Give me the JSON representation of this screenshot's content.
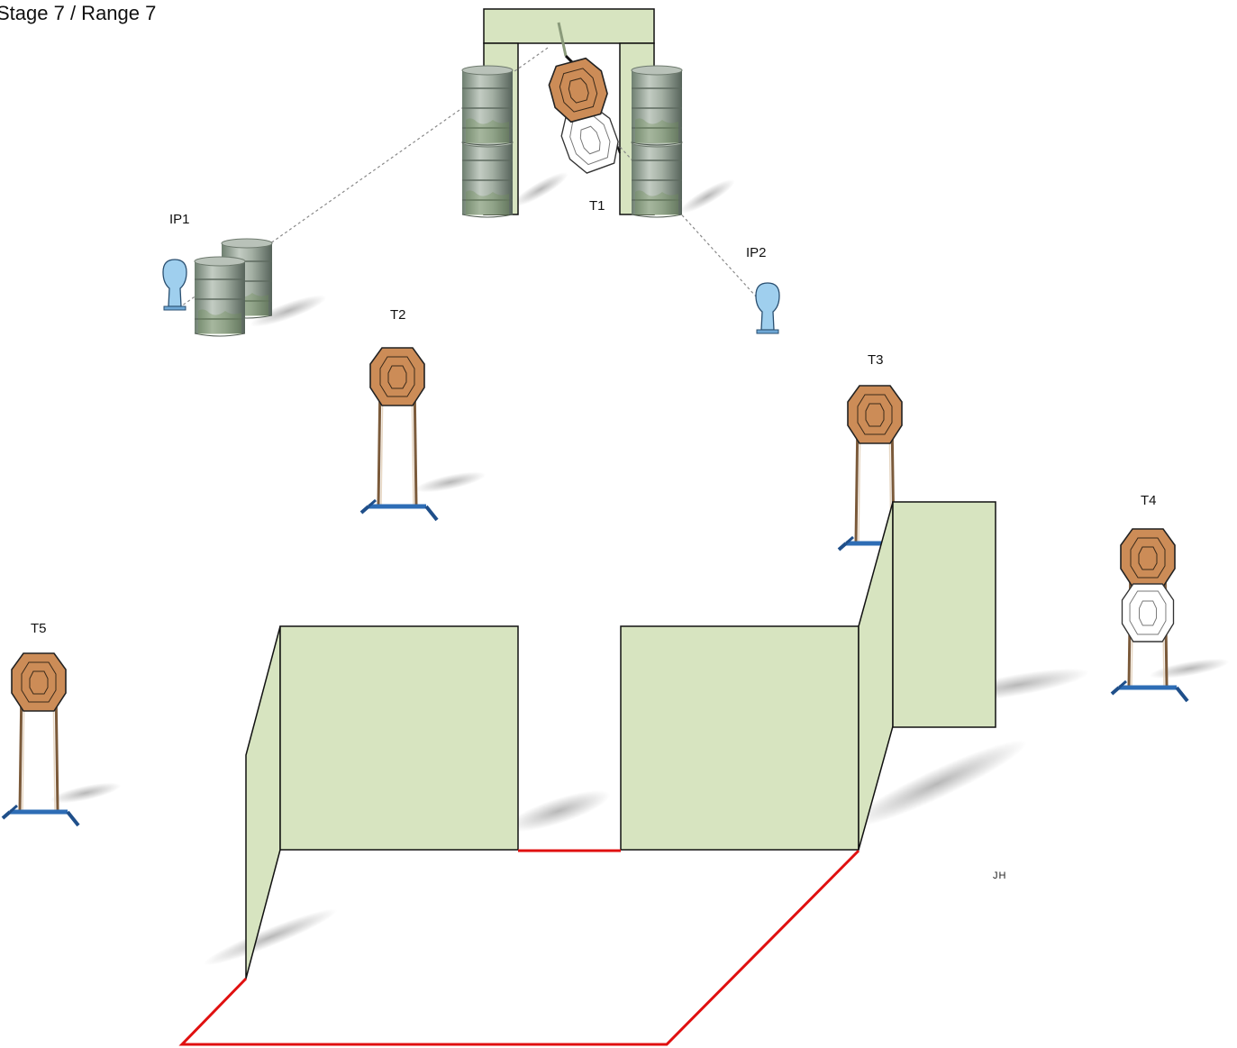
{
  "title": "Stage 7 / Range 7",
  "initials": "JH",
  "labels": {
    "T1": "T1",
    "T2": "T2",
    "T3": "T3",
    "T4": "T4",
    "T5": "T5",
    "IP1": "IP1",
    "IP2": "IP2"
  },
  "colors": {
    "wall_fill": "#d7e4c0",
    "wall_stroke": "#111111",
    "fault_line": "#e01010",
    "target_fill": "#cc8c57",
    "no_shoot_fill": "#ffffff",
    "popper_fill": "#9fcfee",
    "stand_base": "#2e6db5",
    "barrel": "#8a9c8a"
  }
}
